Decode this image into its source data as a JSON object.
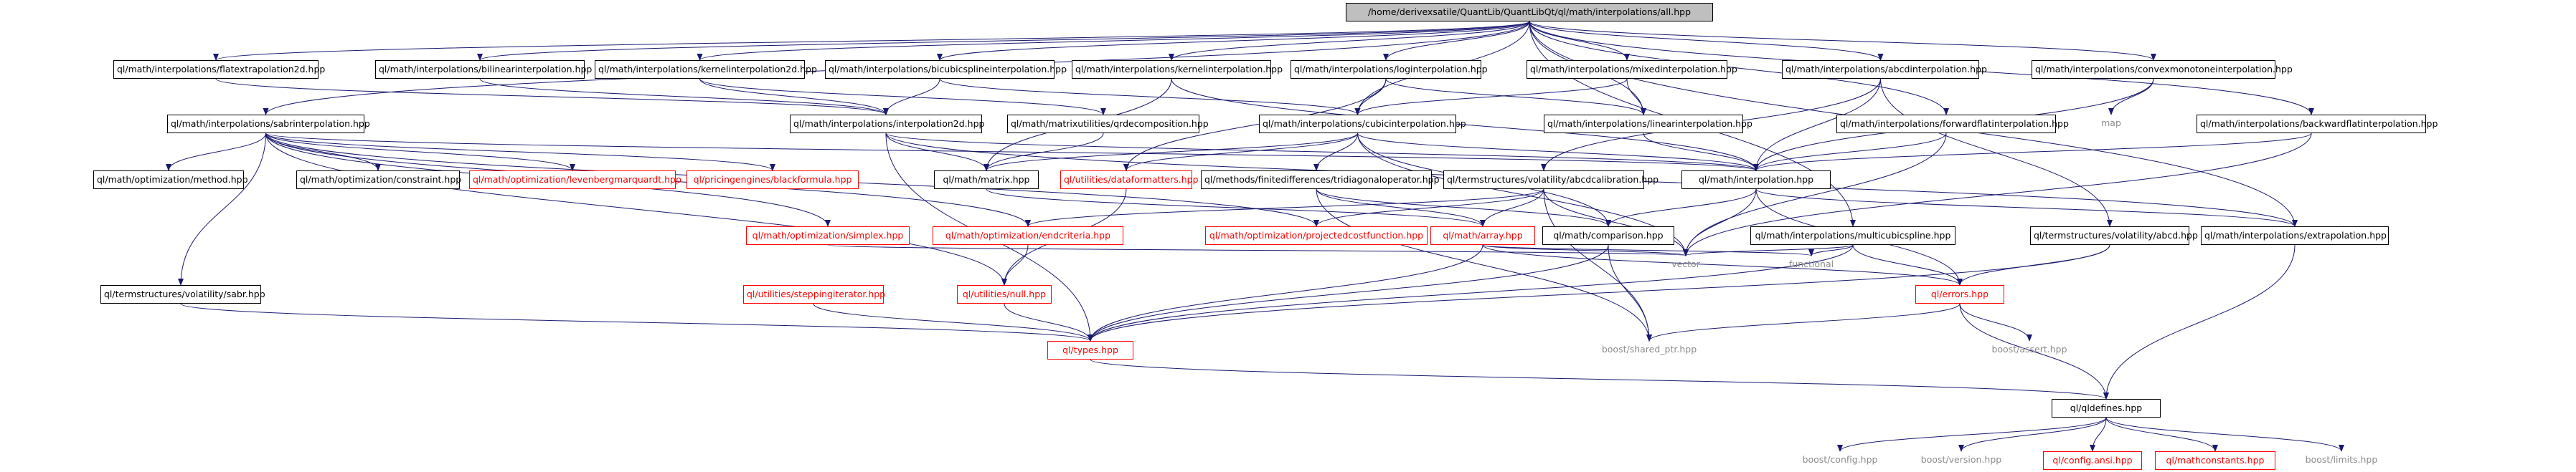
{
  "nodes": {
    "all": "/home/derivexsatile/QuantLib/QuantLibQt/ql/math/interpolations/all.hpp",
    "flatextrap2d": "ql/math/interpolations/flatextrapolation2d.hpp",
    "bilinear": "ql/math/interpolations/bilinearinterpolation.hpp",
    "kernel2d": "ql/math/interpolations/kernelinterpolation2d.hpp",
    "bicubicspline": "ql/math/interpolations/bicubicsplineinterpolation.hpp",
    "kernel": "ql/math/interpolations/kernelinterpolation.hpp",
    "loginterp": "ql/math/interpolations/loginterpolation.hpp",
    "mixed": "ql/math/interpolations/mixedinterpolation.hpp",
    "abcdinterp": "ql/math/interpolations/abcdinterpolation.hpp",
    "convexmono": "ql/math/interpolations/convexmonotoneinterpolation.hpp",
    "sabrinterp": "ql/math/interpolations/sabrinterpolation.hpp",
    "interp2d": "ql/math/interpolations/interpolation2d.hpp",
    "qrdecomp": "ql/math/matrixutilities/qrdecomposition.hpp",
    "cubic": "ql/math/interpolations/cubicinterpolation.hpp",
    "linear": "ql/math/interpolations/linearinterpolation.hpp",
    "forwardflat": "ql/math/interpolations/forwardflatinterpolation.hpp",
    "map": "map",
    "backwardflat": "ql/math/interpolations/backwardflatinterpolation.hpp",
    "method": "ql/math/optimization/method.hpp",
    "constraint": "ql/math/optimization/constraint.hpp",
    "levenberg": "ql/math/optimization/levenbergmarquardt.hpp",
    "blackformula": "ql/pricingengines/blackformula.hpp",
    "matrix": "ql/math/matrix.hpp",
    "dataformatters": "ql/utilities/dataformatters.hpp",
    "tridiag": "ql/methods/finitedifferences/tridiagonaloperator.hpp",
    "abcdcalib": "ql/termstructures/volatility/abcdcalibration.hpp",
    "interpolation": "ql/math/interpolation.hpp",
    "simplex": "ql/math/optimization/simplex.hpp",
    "endcriteria": "ql/math/optimization/endcriteria.hpp",
    "projectedcost": "ql/math/optimization/projectedcostfunction.hpp",
    "array": "ql/math/array.hpp",
    "comparison": "ql/math/comparison.hpp",
    "multicubic": "ql/math/interpolations/multicubicspline.hpp",
    "abcd": "ql/termstructures/volatility/abcd.hpp",
    "extrapolation": "ql/math/interpolations/extrapolation.hpp",
    "sabr": "ql/termstructures/volatility/sabr.hpp",
    "steppingiter": "ql/utilities/steppingiterator.hpp",
    "null": "ql/utilities/null.hpp",
    "vector": "vector",
    "functional": "functional",
    "errors": "ql/errors.hpp",
    "types": "ql/types.hpp",
    "sharedptr": "boost/shared_ptr.hpp",
    "assert": "boost/assert.hpp",
    "qldefines": "ql/qldefines.hpp",
    "config": "boost/config.hpp",
    "version": "boost/version.hpp",
    "configansi": "ql/config.ansi.hpp",
    "mathconstants": "ql/mathconstants.hpp",
    "limits": "boost/limits.hpp"
  },
  "edges": [
    [
      "all",
      "flatextrap2d"
    ],
    [
      "all",
      "bilinear"
    ],
    [
      "all",
      "kernel2d"
    ],
    [
      "all",
      "bicubicspline"
    ],
    [
      "all",
      "kernel"
    ],
    [
      "all",
      "loginterp"
    ],
    [
      "all",
      "mixed"
    ],
    [
      "all",
      "abcdinterp"
    ],
    [
      "all",
      "convexmono"
    ],
    [
      "all",
      "sabrinterp"
    ],
    [
      "all",
      "backwardflat"
    ],
    [
      "all",
      "forwardflat"
    ],
    [
      "all",
      "cubic"
    ],
    [
      "all",
      "linear"
    ],
    [
      "all",
      "multicubic"
    ],
    [
      "all",
      "extrapolation"
    ],
    [
      "flatextrap2d",
      "interp2d"
    ],
    [
      "bilinear",
      "interp2d"
    ],
    [
      "kernel2d",
      "interp2d"
    ],
    [
      "kernel2d",
      "qrdecomp"
    ],
    [
      "bicubicspline",
      "interp2d"
    ],
    [
      "bicubicspline",
      "cubic"
    ],
    [
      "kernel",
      "matrix"
    ],
    [
      "kernel",
      "interpolation"
    ],
    [
      "loginterp",
      "cubic"
    ],
    [
      "loginterp",
      "linear"
    ],
    [
      "loginterp",
      "dataformatters"
    ],
    [
      "mixed",
      "cubic"
    ],
    [
      "mixed",
      "linear"
    ],
    [
      "abcdinterp",
      "interpolation"
    ],
    [
      "abcdinterp",
      "abcdcalib"
    ],
    [
      "abcdinterp",
      "abcd"
    ],
    [
      "convexmono",
      "map"
    ],
    [
      "convexmono",
      "interpolation"
    ],
    [
      "sabrinterp",
      "interpolation"
    ],
    [
      "sabrinterp",
      "method"
    ],
    [
      "sabrinterp",
      "constraint"
    ],
    [
      "sabrinterp",
      "levenberg"
    ],
    [
      "sabrinterp",
      "blackformula"
    ],
    [
      "sabrinterp",
      "sabr"
    ],
    [
      "sabrinterp",
      "simplex"
    ],
    [
      "sabrinterp",
      "endcriteria"
    ],
    [
      "sabrinterp",
      "projectedcost"
    ],
    [
      "sabrinterp",
      "null"
    ],
    [
      "interp2d",
      "matrix"
    ],
    [
      "interp2d",
      "interpolation"
    ],
    [
      "interp2d",
      "types"
    ],
    [
      "interp2d",
      "extrapolation"
    ],
    [
      "qrdecomp",
      "matrix"
    ],
    [
      "cubic",
      "matrix"
    ],
    [
      "cubic",
      "interpolation"
    ],
    [
      "cubic",
      "tridiag"
    ],
    [
      "cubic",
      "comparison"
    ],
    [
      "cubic",
      "vector"
    ],
    [
      "cubic",
      "dataformatters"
    ],
    [
      "linear",
      "interpolation"
    ],
    [
      "forwardflat",
      "interpolation"
    ],
    [
      "forwardflat",
      "vector"
    ],
    [
      "backwardflat",
      "interpolation"
    ],
    [
      "backwardflat",
      "vector"
    ],
    [
      "matrix",
      "array"
    ],
    [
      "dataformatters",
      "null"
    ],
    [
      "tridiag",
      "array"
    ],
    [
      "tridiag",
      "comparison"
    ],
    [
      "tridiag",
      "sharedptr"
    ],
    [
      "abcdcalib",
      "array"
    ],
    [
      "abcdcalib",
      "endcriteria"
    ],
    [
      "abcdcalib",
      "projectedcost"
    ],
    [
      "abcdcalib",
      "vector"
    ],
    [
      "abcdcalib",
      "sharedptr"
    ],
    [
      "interpolation",
      "extrapolation"
    ],
    [
      "interpolation",
      "comparison"
    ],
    [
      "interpolation",
      "errors"
    ],
    [
      "interpolation",
      "vector"
    ],
    [
      "simplex",
      "vector"
    ],
    [
      "endcriteria",
      "null"
    ],
    [
      "array",
      "types"
    ],
    [
      "array",
      "errors"
    ],
    [
      "array",
      "vector"
    ],
    [
      "array",
      "functional"
    ],
    [
      "comparison",
      "types"
    ],
    [
      "comparison",
      "sharedptr"
    ],
    [
      "multicubic",
      "errors"
    ],
    [
      "multicubic",
      "types"
    ],
    [
      "multicubic",
      "vector"
    ],
    [
      "multicubic",
      "functional"
    ],
    [
      "abcd",
      "errors"
    ],
    [
      "abcd",
      "types"
    ],
    [
      "extrapolation",
      "qldefines"
    ],
    [
      "sabr",
      "types"
    ],
    [
      "steppingiter",
      "types"
    ],
    [
      "null",
      "types"
    ],
    [
      "errors",
      "assert"
    ],
    [
      "errors",
      "sharedptr"
    ],
    [
      "errors",
      "qldefines"
    ],
    [
      "types",
      "qldefines"
    ],
    [
      "qldefines",
      "config"
    ],
    [
      "qldefines",
      "version"
    ],
    [
      "qldefines",
      "configansi"
    ],
    [
      "qldefines",
      "mathconstants"
    ],
    [
      "qldefines",
      "limits"
    ]
  ]
}
